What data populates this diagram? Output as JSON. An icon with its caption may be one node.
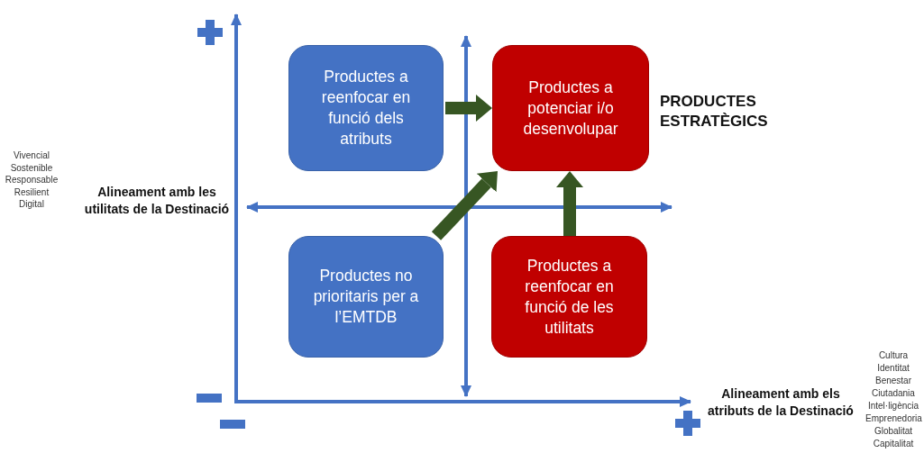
{
  "diagram": {
    "nodes": [
      {
        "text": [
          "Productes a reenfocar en funció dels atributs"
        ]
      },
      {
        "text": [
          "Productes a potenciar i/o desenvolupar"
        ],
        "beside": [
          "PRODUCTES ESTRATÈGICS"
        ]
      },
      {
        "text": [
          "Productes no prioritaris per a l’EMTDB"
        ]
      },
      {
        "text": [
          "Productes a reenfocar en funció de les utilitats"
        ]
      }
    ],
    "edges": [
      {
        "from": 0,
        "to": 1,
        "arrow": "to"
      },
      {
        "from": 2,
        "to": 1,
        "arrow": "to"
      },
      {
        "from": 3,
        "to": 1,
        "arrow": "to"
      }
    ],
    "labels": [
      "Vivencial",
      "Sostenible",
      "Responsable",
      "Resilient",
      "Digital",
      "Alineament amb les utilitats de la Destinació",
      "Alineament amb els atributs de la Destinació",
      "Cultura",
      "Identitat",
      "Benestar",
      "Ciutadania",
      "Intel·ligència",
      "Emprenedoria",
      "Globalitat",
      "Capitalitat"
    ]
  }
}
